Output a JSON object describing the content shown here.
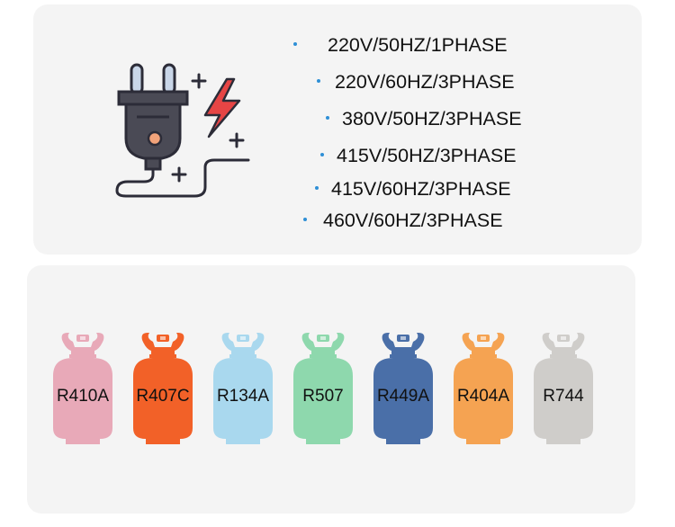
{
  "power": {
    "icon": "electric-plug-icon",
    "icon_colors": {
      "plug": "#4a4a55",
      "prong": "#c9d6e8",
      "dot": "#f2a37a",
      "bolt": "#e64545",
      "outline": "#2c2c38"
    },
    "bullet_color": "#2e8fd6",
    "items": [
      {
        "label": "220V/50HZ/1PHASE"
      },
      {
        "label": "220V/60HZ/3PHASE"
      },
      {
        "label": "380V/50HZ/3PHASE"
      },
      {
        "label": "415V/50HZ/3PHASE"
      },
      {
        "label": "415V/60HZ/3PHASE"
      },
      {
        "label": "460V/60HZ/3PHASE"
      }
    ]
  },
  "refrigerants": {
    "icon": "refrigerant-cylinder-icon",
    "tanks": [
      {
        "label": "R410A",
        "color": "#e8a9b8"
      },
      {
        "label": "R407C",
        "color": "#f26128"
      },
      {
        "label": "R134A",
        "color": "#a9d8ee"
      },
      {
        "label": "R507",
        "color": "#8ed8ad"
      },
      {
        "label": "R449A",
        "color": "#4a6fa8"
      },
      {
        "label": "R404A",
        "color": "#f5a352"
      },
      {
        "label": "R744",
        "color": "#cfcdca"
      }
    ]
  }
}
